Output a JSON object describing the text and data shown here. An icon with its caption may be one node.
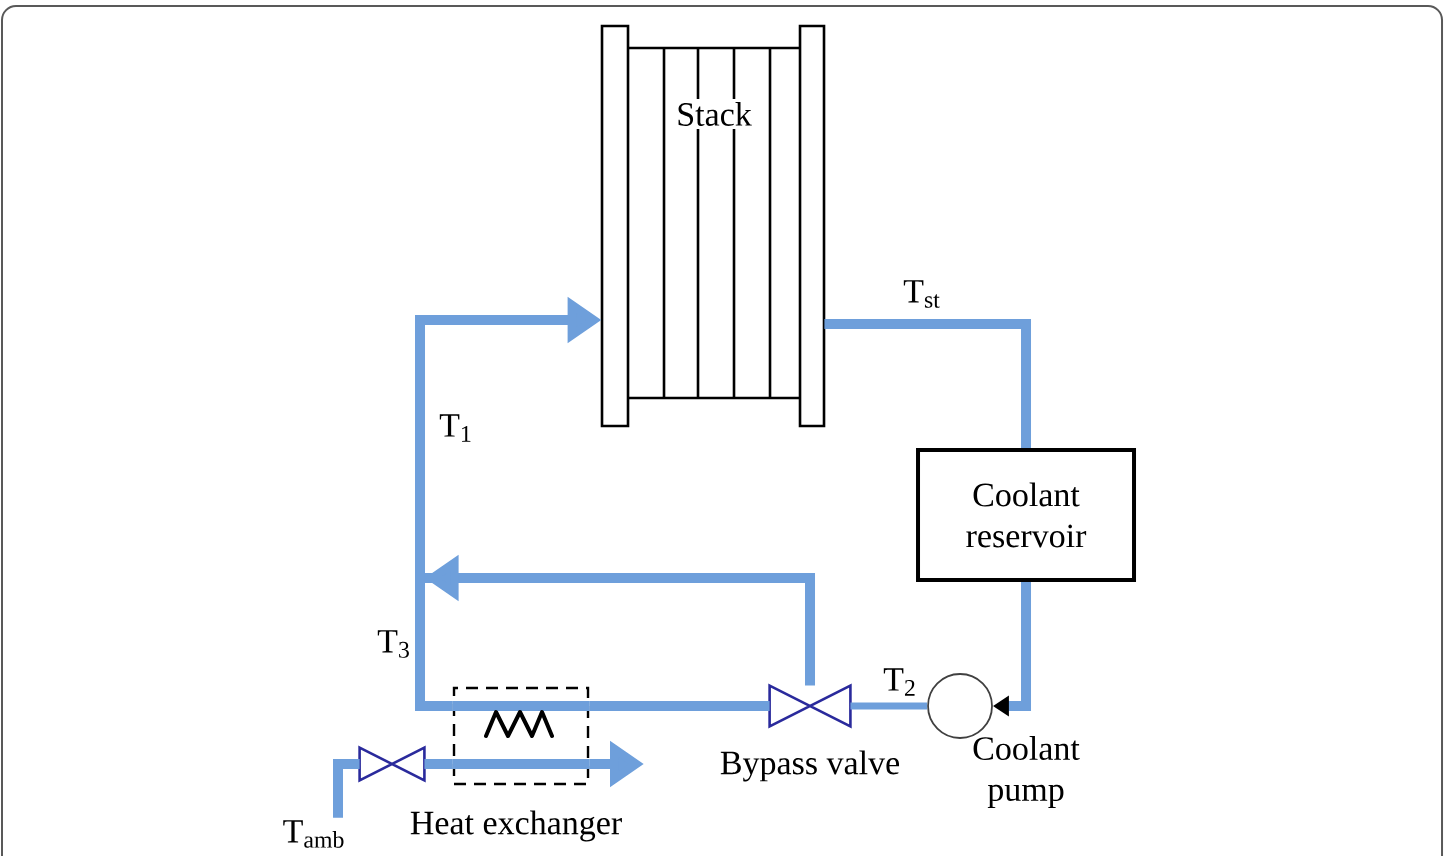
{
  "diagram": {
    "nodes": [
      {
        "text": [
          "Stack"
        ]
      },
      {
        "text": [
          "Coolant reservoir"
        ]
      },
      {
        "text": [],
        "shape": "circle",
        "beside": [
          "Coolant pump"
        ]
      },
      {
        "text": [],
        "shape": "valve",
        "beside": [
          "Bypass valve"
        ]
      },
      {
        "text": [],
        "shape": "box",
        "beside": [
          "Heat exchanger"
        ]
      },
      {
        "text": [],
        "shape": "valve"
      },
      {
        "text": [
          "T$_{amb}$"
        ]
      }
    ],
    "edges": [
      {
        "from": 0,
        "to": 1,
        "arrow": "none"
      },
      {
        "from": 1,
        "to": 2,
        "arrow": "to"
      },
      {
        "from": 2,
        "to": 3,
        "arrow": "none"
      },
      {
        "from": 3,
        "to": 4,
        "arrow": "none"
      },
      {
        "from": 4,
        "to": 0,
        "arrow": "to"
      },
      {
        "from": 3,
        "to": 0,
        "arrow": "to"
      },
      {
        "from": 6,
        "to": 5,
        "arrow": "none"
      },
      {
        "from": 5,
        "to": 4,
        "arrow": "none"
      },
      {
        "from": 4,
        "to": null,
        "arrow": "to"
      }
    ],
    "labels": [
      "T$_{st}$",
      "T$_{1}$",
      "T$_{3}$",
      "T$_{2}$"
    ]
  }
}
